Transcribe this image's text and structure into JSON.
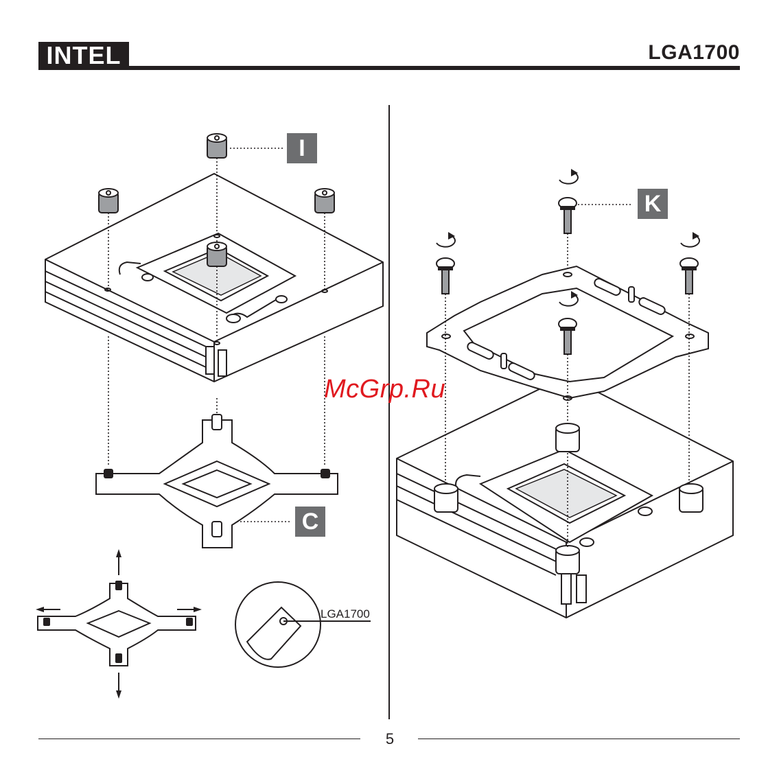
{
  "header": {
    "brand_label": "INTEL",
    "socket_label": "LGA1700"
  },
  "left_panel": {
    "part_tag_top": "I",
    "part_tag_backplate": "C",
    "callout_label": "LGA1700"
  },
  "right_panel": {
    "part_tag_screws": "K"
  },
  "watermark": "McGrp.Ru",
  "footer": {
    "page_number": "5"
  },
  "colors": {
    "ink": "#231f20",
    "tag_grey": "#6d6e70",
    "part_grey": "#9d9fa2",
    "watermark_red": "#e0191f"
  }
}
